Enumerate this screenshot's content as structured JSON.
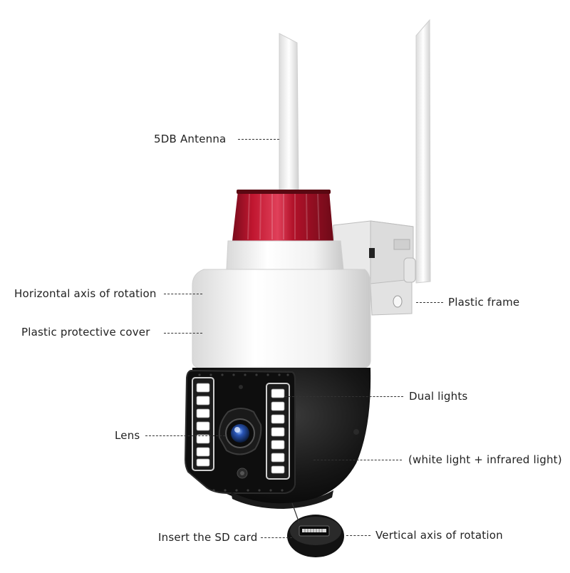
{
  "labels": {
    "antenna": "5DB Antenna",
    "horizontal_axis": "Horizontal axis of rotation",
    "protective_cover": "Plastic protective cover",
    "plastic_frame": "Plastic frame",
    "dual_lights": "Dual lights",
    "lens": "Lens",
    "light_types": "(white light + infrared light)",
    "sd_card": "Insert the SD card",
    "vertical_axis": "Vertical axis of rotation"
  },
  "colors": {
    "background": "#ffffff",
    "body_white": "#f3f3f3",
    "dome_black": "#141414",
    "beacon_red": "#b0122a",
    "lens_blue": "#2a56b8",
    "text": "#222222"
  }
}
